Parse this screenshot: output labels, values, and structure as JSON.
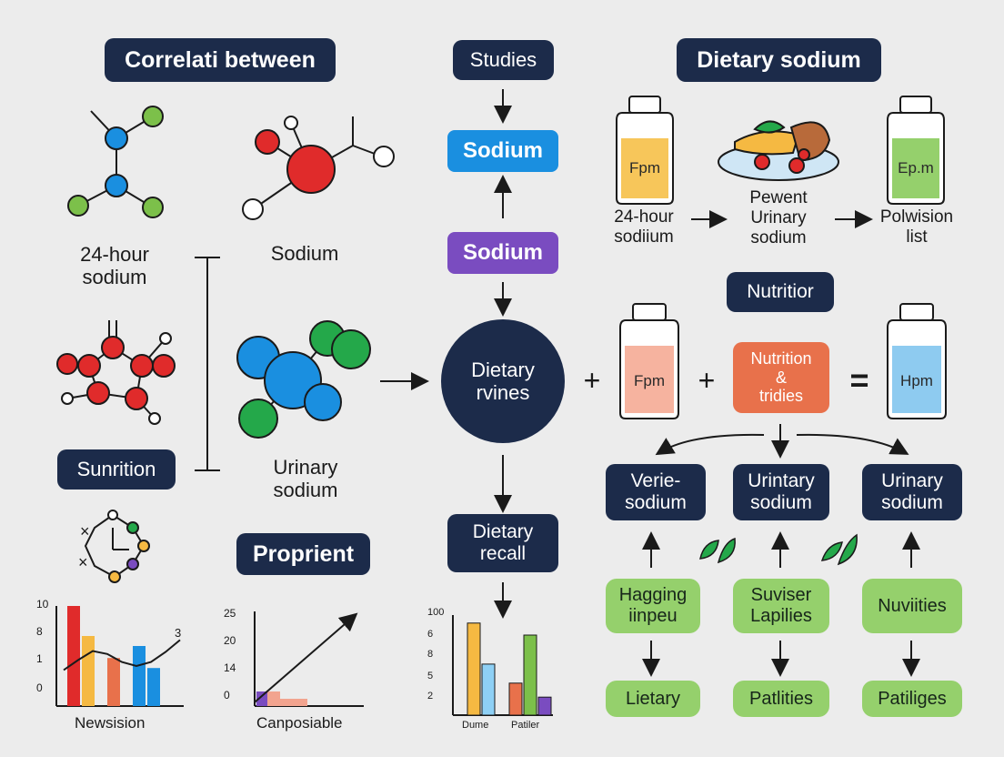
{
  "headers": {
    "correlation": "Correlati between",
    "studies": "Studies",
    "dietary_sodium": "Dietary sodium",
    "nutrition_header": "Nutritior",
    "proprient": "Proprient"
  },
  "left": {
    "label_24h": "24-hour\nsodium",
    "label_sodium": "Sodium",
    "label_urinary": "Urinary\nsodium",
    "sunrition": "Sunrition"
  },
  "center": {
    "sodium_blue": "Sodium",
    "sodium_purple": "Sodium",
    "dietary_circle": "Dietary\nrvines",
    "dietary_recall": "Dietary\nrecall"
  },
  "right_top": {
    "bottle1": "Fpm",
    "bottle2": "Ep.m",
    "label_24h": "24-hour\nsodiium",
    "label_pewent": "Pewent\nUrinary\nsodium",
    "label_polwision": "Polwision\nlist"
  },
  "equation": {
    "plus1": "+",
    "bottle_a": "Fpm",
    "plus2": "+",
    "nutrition_box": "Nutrition\n&\ntridies",
    "equals": "=",
    "bottle_b": "Hpm"
  },
  "branches": {
    "navy": [
      "Verie-\nsodium",
      "Urintary\nsodium",
      "Urinary\nsodium"
    ],
    "green_mid": [
      "Hagging\niinpeu",
      "Suviser\nLapilies",
      "Nuviities"
    ],
    "green_bottom": [
      "Lietary",
      "Patlities",
      "Patiliges"
    ]
  },
  "chart_data": [
    {
      "type": "bar",
      "xlabel": "Newsision",
      "y_ticks": [
        "10",
        "8",
        "1",
        "0"
      ],
      "annotation": "3",
      "ylim": [
        0,
        10
      ],
      "values": [
        10,
        7,
        4.8,
        6,
        3.8
      ],
      "colors": [
        "#e02b2b",
        "#f5b942",
        "#e8714b",
        "#1a8fe0",
        "#1a8fe0"
      ],
      "line": [
        3.6,
        4.6,
        5.5,
        5.2,
        4.4,
        4.0,
        4.4,
        5.4,
        6.6
      ]
    },
    {
      "type": "line",
      "xlabel": "Canposiable",
      "y_ticks": [
        "25",
        "20",
        "14",
        "0"
      ],
      "ylim": [
        0,
        25
      ],
      "line": [
        [
          0,
          1
        ],
        [
          10,
          24
        ]
      ],
      "bars": [
        1,
        1,
        0.5
      ],
      "colors": [
        "#7a4cc0",
        "#f2a48f",
        "#f2a48f"
      ]
    },
    {
      "type": "bar",
      "xlabel_left": "Dume",
      "xlabel_right": "Patiler",
      "y_ticks": [
        "100",
        "6",
        "8",
        "5",
        "2"
      ],
      "ylim": [
        0,
        10
      ],
      "values": [
        9.2,
        5.1,
        3.2,
        8,
        1.8
      ],
      "colors": [
        "#f5b942",
        "#8ed0f5",
        "#e8714b",
        "#7cc04a",
        "#7a4cc0"
      ]
    }
  ],
  "colors": {
    "navy": "#1c2b4a",
    "blue": "#1a8fe0",
    "purple": "#7a4cc0",
    "orange": "#e8714b",
    "green": "#95d06c",
    "background": "#ececec"
  }
}
